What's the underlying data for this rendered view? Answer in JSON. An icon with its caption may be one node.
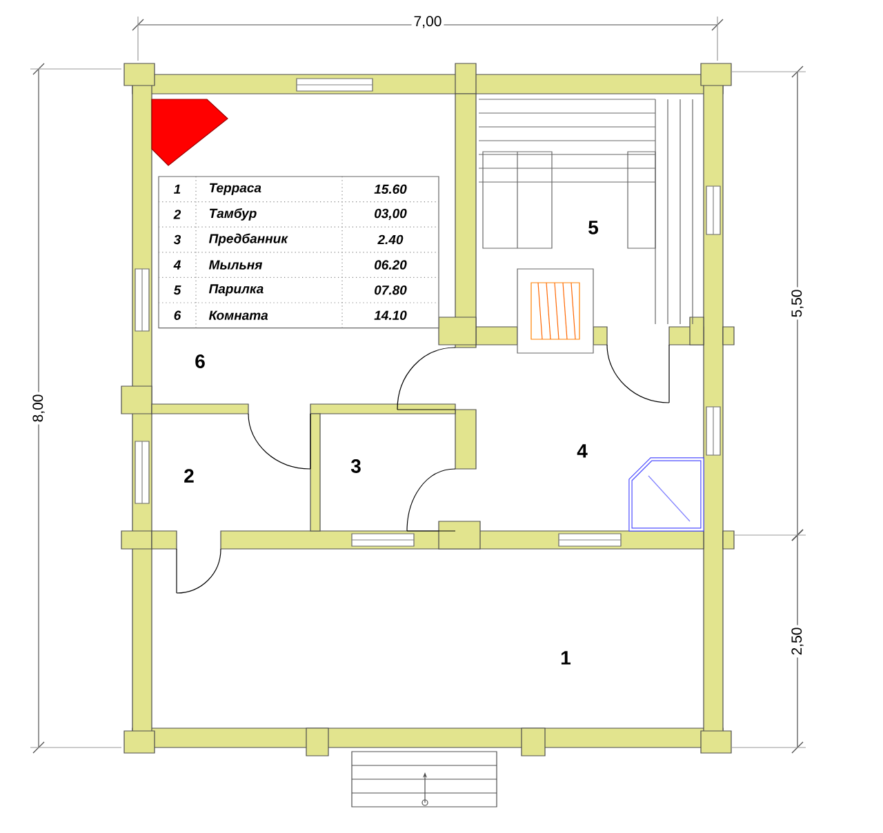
{
  "diagram": {
    "labels": [
      "7,00",
      "1",
      "Терраса",
      "15.60",
      "2",
      "Тамбур",
      "03,00",
      "3",
      "Предбанник",
      "2.40",
      "4",
      "Мыльня",
      "06.20",
      "5",
      "Парилка",
      "07.80",
      "6",
      "Комната",
      "14.10",
      "5",
      "5,50",
      "6",
      "8,00",
      "2",
      "3",
      "4",
      "2,50",
      "1"
    ]
  }
}
